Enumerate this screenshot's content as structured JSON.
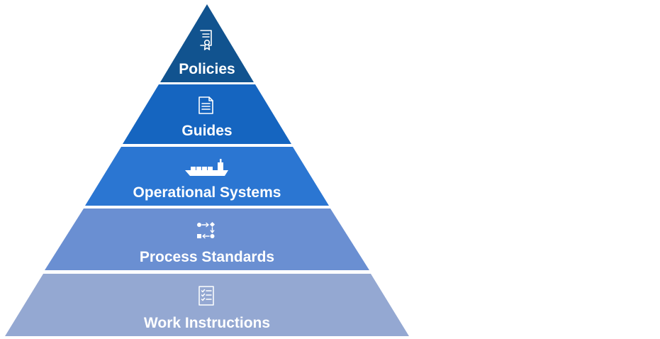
{
  "diagram": {
    "type": "pyramid",
    "tiers": [
      {
        "label": "Policies",
        "icon": "certificate-icon",
        "color": "#11538f"
      },
      {
        "label": "Guides",
        "icon": "document-icon",
        "color": "#1565c0"
      },
      {
        "label": "Operational Systems",
        "icon": "cargo-ship-icon",
        "color": "#2b76d2"
      },
      {
        "label": "Process Standards",
        "icon": "process-flow-icon",
        "color": "#6a8fd2"
      },
      {
        "label": "Work Instructions",
        "icon": "checklist-icon",
        "color": "#94a8d2"
      }
    ]
  }
}
